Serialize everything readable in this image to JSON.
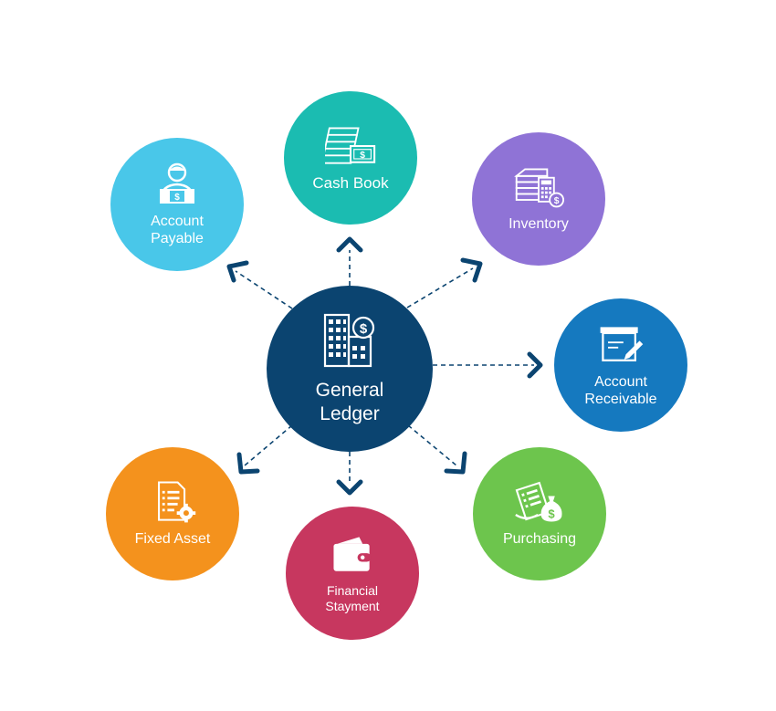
{
  "center": {
    "title_lines": [
      "General",
      "Ledger"
    ],
    "color": "#0b4470",
    "icon": "office-buildings-dollar-icon"
  },
  "modules": [
    {
      "id": "cash-book",
      "lines": [
        "Cash Book"
      ],
      "color": "#1bbcb1",
      "icon": "cash-stack-icon"
    },
    {
      "id": "account-payable",
      "lines": [
        "Account",
        "Payable"
      ],
      "color": "#49c7e9",
      "icon": "clerk-icon"
    },
    {
      "id": "inventory",
      "lines": [
        "Inventory"
      ],
      "color": "#8f73d6",
      "icon": "inventory-calculator-icon"
    },
    {
      "id": "account-receivable",
      "lines": [
        "Account",
        "Receivable"
      ],
      "color": "#1579bf",
      "icon": "document-box-pen-icon"
    },
    {
      "id": "purchasing",
      "lines": [
        "Purchasing"
      ],
      "color": "#6dc54d",
      "icon": "receipt-money-bag-icon"
    },
    {
      "id": "financial-stayment",
      "lines": [
        "Financial",
        "Stayment"
      ],
      "color": "#c7375f",
      "icon": "wallet-icon"
    },
    {
      "id": "fixed-asset",
      "lines": [
        "Fixed Asset"
      ],
      "color": "#f4921d",
      "icon": "document-gear-icon"
    }
  ],
  "connector_color": "#0b4470"
}
